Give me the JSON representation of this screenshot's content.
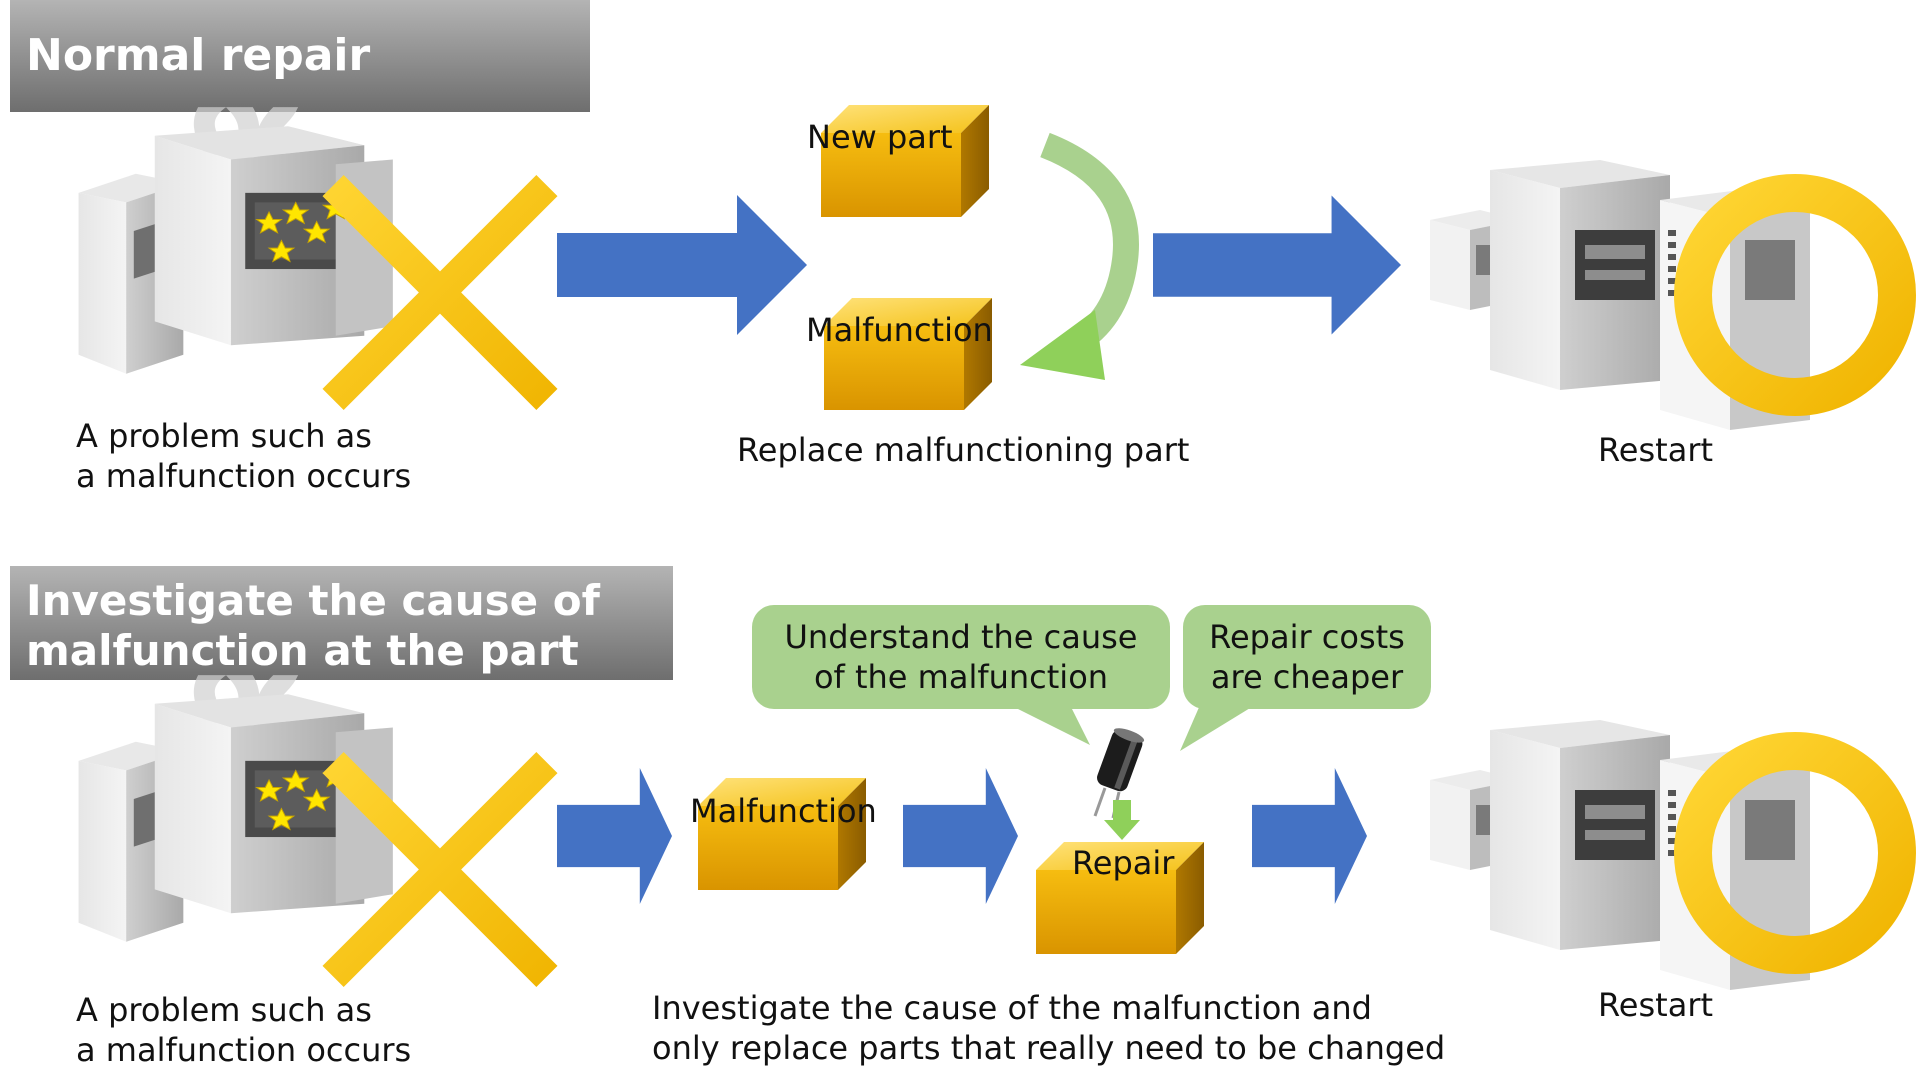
{
  "section1": {
    "title": "Normal repair procedure",
    "problem_caption": "A problem such as\na malfunction occurs",
    "new_part_label": "New part",
    "malfunction_label": "Malfunction",
    "replace_caption": "Replace malfunctioning part",
    "restart_caption": "Restart"
  },
  "section2": {
    "title": "Investigate the cause of\nmalfunction at the part level",
    "problem_caption": "A problem such as\na malfunction occurs",
    "malfunction_label": "Malfunction",
    "repair_label": "Repair",
    "bubble_cause": "Understand the cause\nof the malfunction",
    "bubble_cost": "Repair costs\nare cheaper",
    "investigate_caption": "Investigate the cause of the malfunction and\nonly replace parts that really need to be changed",
    "restart_caption": "Restart"
  },
  "colors": {
    "banner": "#8a8a8a",
    "arrow_blue": "#4472c4",
    "part_gold": "#f2b300",
    "mark_yellow": "#f5c400",
    "bubble_green": "#a9d18e",
    "cycle_green": "#8fd05a"
  },
  "icons": [
    "machine-broken-icon",
    "machine-ok-icon",
    "cross-mark-icon",
    "circle-mark-icon",
    "capacitor-icon",
    "right-arrow-icon",
    "cycle-arrow-icon"
  ]
}
